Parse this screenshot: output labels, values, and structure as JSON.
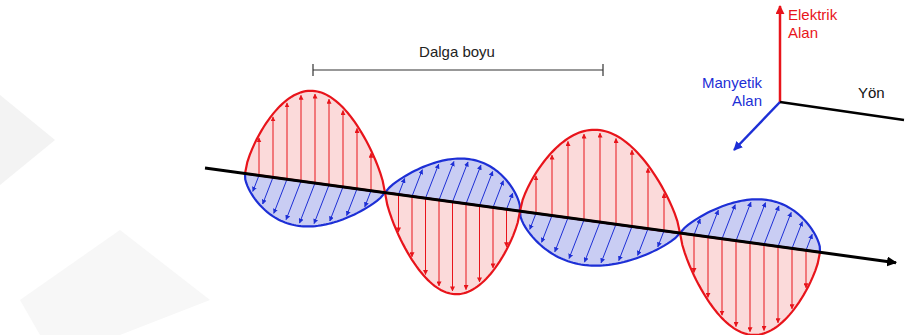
{
  "diagram": {
    "labels": [
      "Dalga boyu",
      "Elektrik Alan",
      "Manyetik Alan",
      "Yön"
    ]
  }
}
